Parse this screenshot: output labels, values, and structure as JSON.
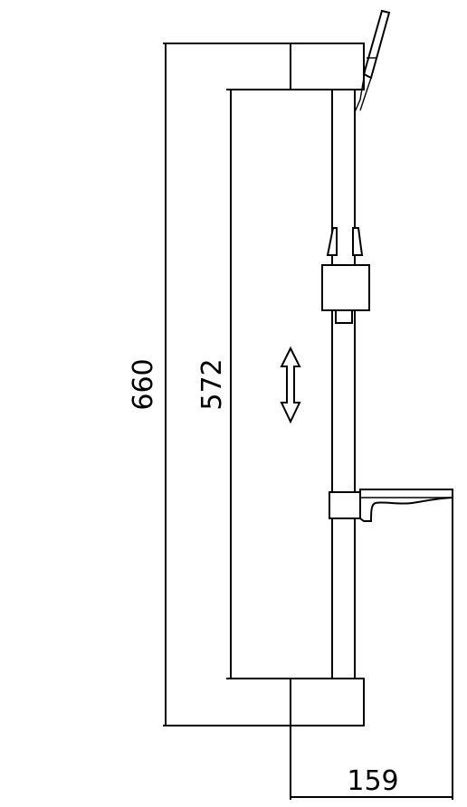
{
  "dimensions": {
    "overall_height": "660",
    "rail_length": "572",
    "projection": "159"
  },
  "line_color": "#000000",
  "background_color": "#ffffff",
  "icons": {
    "adjust_arrow": "double-vertical-arrow-icon"
  }
}
